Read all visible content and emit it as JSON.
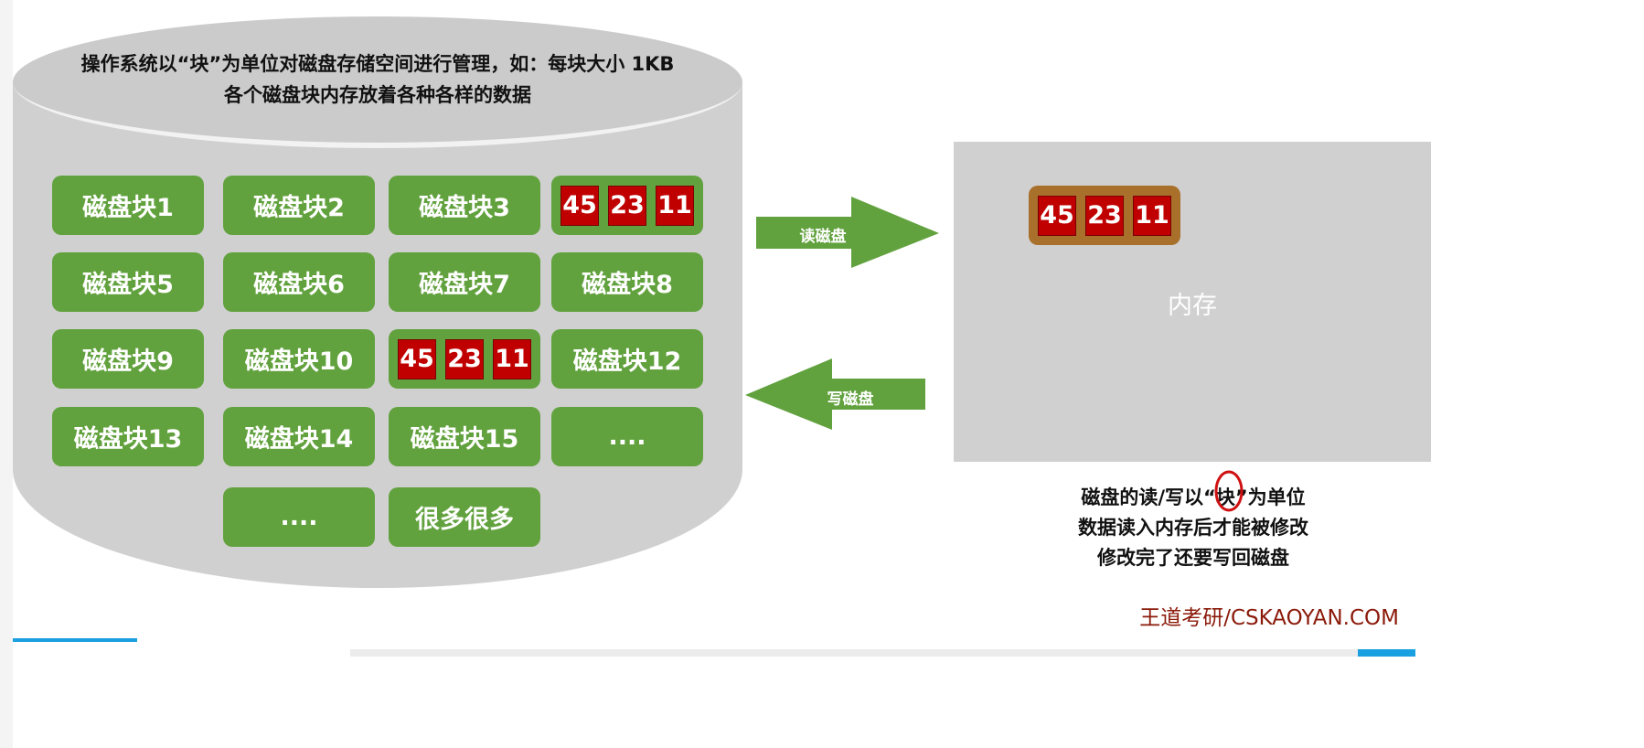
{
  "disk": {
    "line1": "操作系统以“块”为单位对磁盘存储空间进行管理，如：每块大小 1KB",
    "line2": "各个磁盘块内存放着各种各样的数据",
    "blocks": [
      "磁盘块1",
      "磁盘块2",
      "磁盘块3",
      "",
      "磁盘块5",
      "磁盘块6",
      "磁盘块7",
      "磁盘块8",
      "磁盘块9",
      "磁盘块10",
      "",
      "磁盘块12",
      "磁盘块13",
      "磁盘块14",
      "磁盘块15",
      "....",
      "....",
      "很多很多"
    ],
    "data_cells": [
      "45",
      "23",
      "11"
    ]
  },
  "arrows": {
    "read": "读磁盘",
    "write": "写磁盘"
  },
  "memory": {
    "label": "内存",
    "data_cells": [
      "45",
      "23",
      "11"
    ]
  },
  "notes": [
    "磁盘的读/写以“块”为单位",
    "数据读入内存后才能被修改",
    "修改完了还要写回磁盘"
  ],
  "watermark": "王道考研/CSKAOYAN.COM",
  "colors": {
    "green": "#62a23e",
    "red": "#c00000",
    "gray": "#d0d0d0",
    "brown": "#a8702a"
  }
}
